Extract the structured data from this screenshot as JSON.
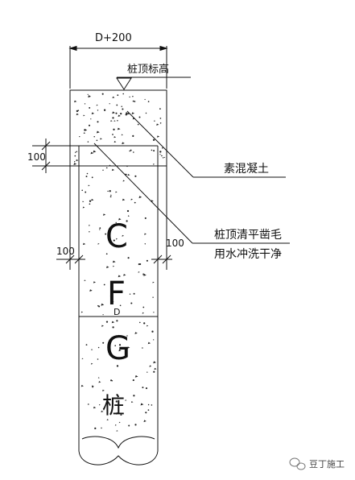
{
  "labels": {
    "width_dim": "D+200",
    "pile_top_elev": "桩顶标高",
    "plain_concrete": "素混凝土",
    "note_line1": "桩顶清平凿毛",
    "note_line2": "用水冲洗干净",
    "dim_top_100": "100",
    "dim_left_100": "100",
    "dim_right_100": "100",
    "pile_char_c": "C",
    "pile_char_f": "F",
    "pile_char_g": "G",
    "pile_char_zhuang": "桩",
    "diameter_d": "D"
  },
  "watermark": {
    "text": "豆丁施工",
    "icon": "chat-bubble-icon"
  },
  "colors": {
    "line": "#111111",
    "background": "#ffffff"
  }
}
